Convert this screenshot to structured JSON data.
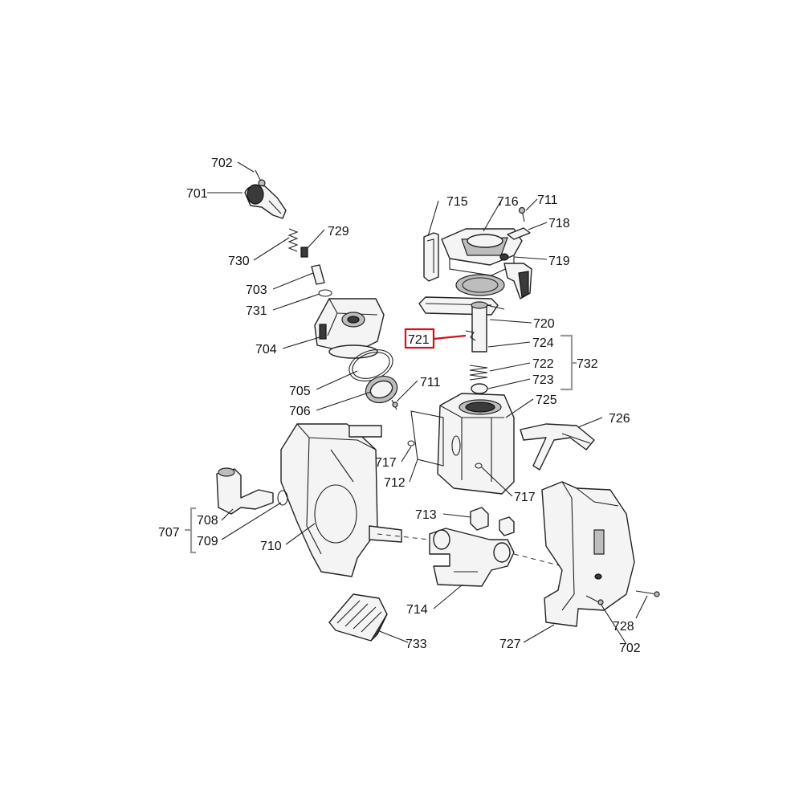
{
  "diagram": {
    "highlight": {
      "label": "721",
      "color": "#d0121b"
    },
    "callouts": [
      {
        "id": "c702a",
        "text": "702"
      },
      {
        "id": "c701",
        "text": "701"
      },
      {
        "id": "c729",
        "text": "729"
      },
      {
        "id": "c730",
        "text": "730"
      },
      {
        "id": "c703",
        "text": "703"
      },
      {
        "id": "c731",
        "text": "731"
      },
      {
        "id": "c704",
        "text": "704"
      },
      {
        "id": "c705",
        "text": "705"
      },
      {
        "id": "c706",
        "text": "706"
      },
      {
        "id": "c711a",
        "text": "711"
      },
      {
        "id": "c715",
        "text": "715"
      },
      {
        "id": "c716",
        "text": "716"
      },
      {
        "id": "c711b",
        "text": "711"
      },
      {
        "id": "c718",
        "text": "718"
      },
      {
        "id": "c719",
        "text": "719"
      },
      {
        "id": "c720",
        "text": "720"
      },
      {
        "id": "c724",
        "text": "724"
      },
      {
        "id": "c722",
        "text": "722"
      },
      {
        "id": "c723",
        "text": "723"
      },
      {
        "id": "c732",
        "text": "732"
      },
      {
        "id": "c725",
        "text": "725"
      },
      {
        "id": "c726",
        "text": "726"
      },
      {
        "id": "c717a",
        "text": "717"
      },
      {
        "id": "c712",
        "text": "712"
      },
      {
        "id": "c717b",
        "text": "717"
      },
      {
        "id": "c713",
        "text": "713"
      },
      {
        "id": "c708",
        "text": "708"
      },
      {
        "id": "c707",
        "text": "707"
      },
      {
        "id": "c709",
        "text": "709"
      },
      {
        "id": "c710",
        "text": "710"
      },
      {
        "id": "c714",
        "text": "714"
      },
      {
        "id": "c733",
        "text": "733"
      },
      {
        "id": "c727",
        "text": "727"
      },
      {
        "id": "c728",
        "text": "728"
      },
      {
        "id": "c702b",
        "text": "702"
      }
    ]
  }
}
